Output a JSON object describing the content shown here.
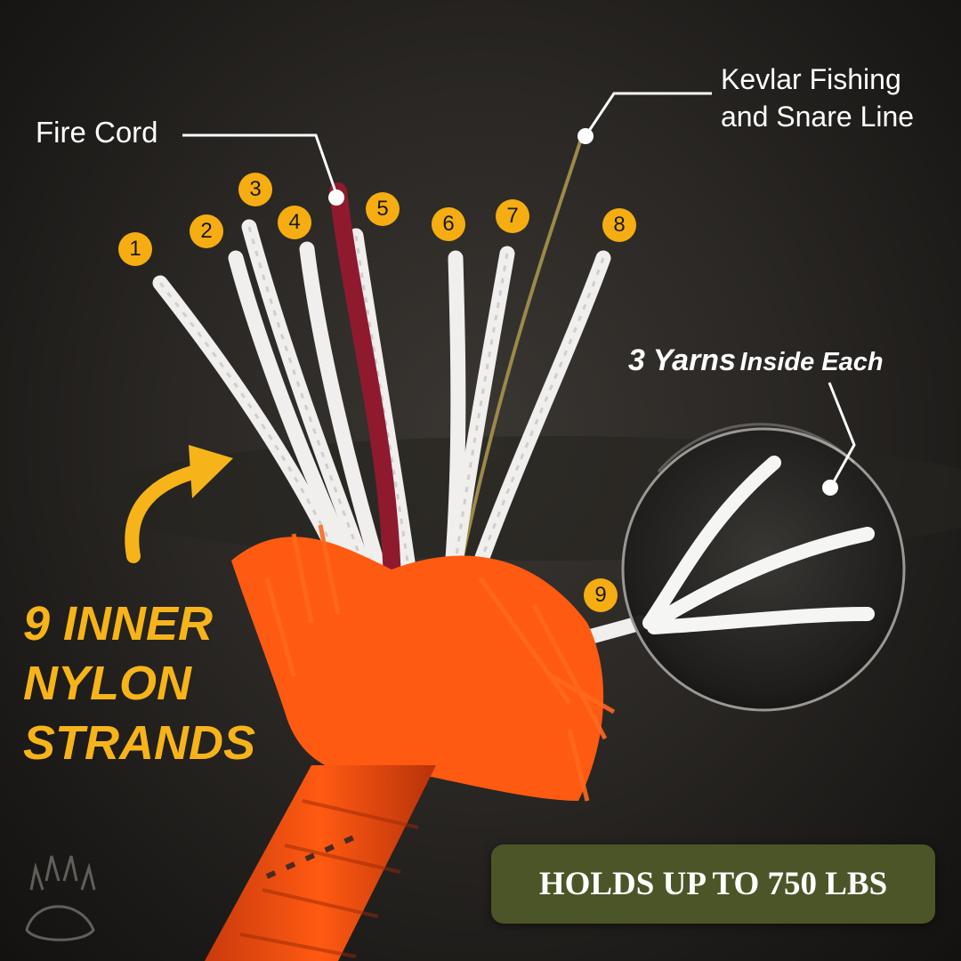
{
  "labels": {
    "fire_cord": "Fire Cord",
    "kevlar": [
      "Kevlar Fishing",
      "and Snare Line"
    ],
    "yarns_big": "3 Yarns",
    "yarns_small": "Inside Each"
  },
  "strand_numbers": [
    "1",
    "2",
    "3",
    "4",
    "5",
    "6",
    "7",
    "8",
    "9"
  ],
  "headline": [
    "9 INNER",
    "NYLON",
    "STRANDS"
  ],
  "pill": "HOLDS UP TO 750 LBS",
  "icons": {
    "arrow": "curved-arrow-icon",
    "logo": "bear-paw-logo-icon",
    "magnifier": "magnifier-circle-icon"
  },
  "colors": {
    "accent": "#f5ad12",
    "headline": "#f6b41a",
    "pill_bg": "#4b5527",
    "paracord": "#ff5a12",
    "fire_cord": "#8f1a2e"
  }
}
